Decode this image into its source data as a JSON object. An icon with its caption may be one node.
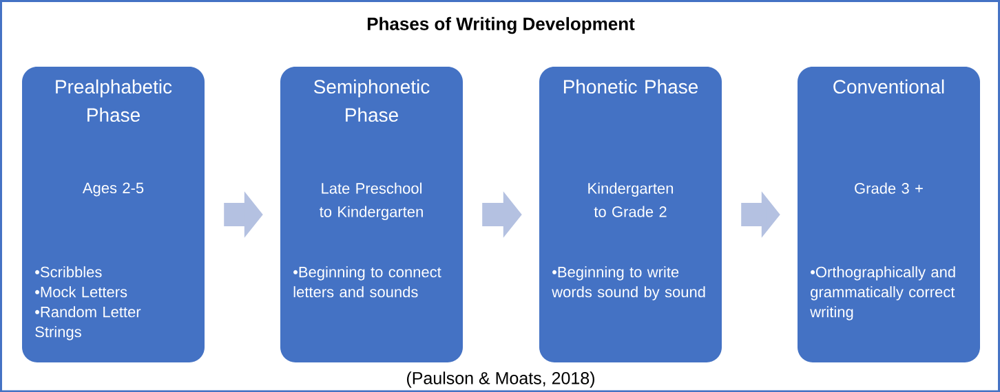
{
  "diagram": {
    "title": "Phases of Writing Development",
    "caption": "(Paulson & Moats, 2018)",
    "nodes": [
      {
        "text": [
          "Prealphabetic Phase",
          "Ages 2-5",
          "•Scribbles",
          "•Mock Letters",
          "•Random Letter Strings"
        ]
      },
      {
        "text": [
          "Semiphonetic Phase",
          "Late Preschool to Kindergarten",
          "•Beginning to connect letters and sounds"
        ]
      },
      {
        "text": [
          "Phonetic Phase",
          "Kindergarten to Grade 2",
          "•Beginning to write words sound by sound"
        ]
      },
      {
        "text": [
          "Conventional",
          "Grade 3 +",
          "•Orthographically and grammatically correct writing"
        ]
      }
    ],
    "edges": [
      {
        "from": 0,
        "to": 1,
        "arrow": "to"
      },
      {
        "from": 1,
        "to": 2,
        "arrow": "to"
      },
      {
        "from": 2,
        "to": 3,
        "arrow": "to"
      }
    ]
  }
}
